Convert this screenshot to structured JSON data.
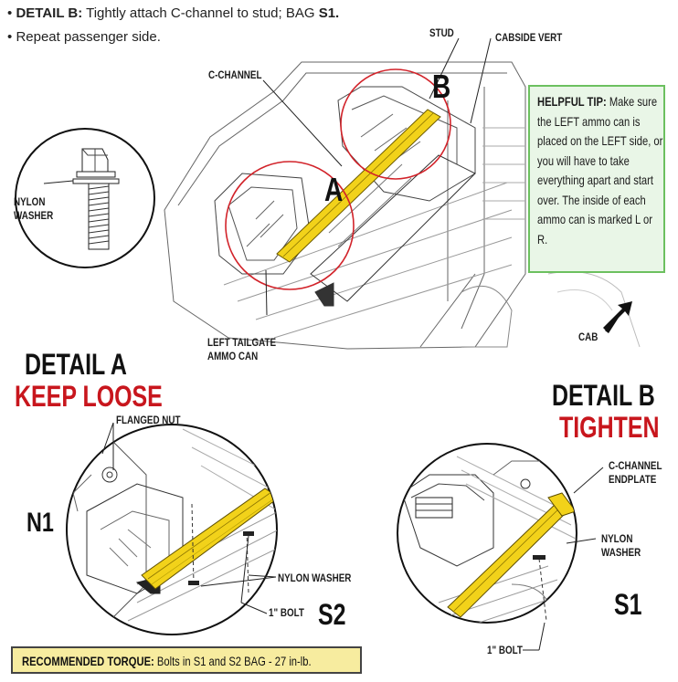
{
  "instructions": [
    {
      "bullet": "•",
      "bold": "DETAIL B:",
      "text": " Tightly attach C-channel to stud; BAG ",
      "bold2": "S1."
    },
    {
      "bullet": "•",
      "text": "Repeat passenger side."
    }
  ],
  "labels": {
    "stud": "STUD",
    "cabside_vert": "CABSIDE VERT",
    "c_channel": "C-CHANNEL",
    "marker_a": "A",
    "marker_b": "B",
    "nylon_washer_inset_1": "NYLON",
    "nylon_washer_inset_2": "WASHER",
    "left_tailgate_1": "LEFT TAILGATE",
    "left_tailgate_2": "AMMO CAN",
    "cab": "CAB",
    "flanged_nut": "FLANGED NUT",
    "n1": "N1",
    "nylon_washer_a": "NYLON WASHER",
    "bolt_a": "1\" BOLT",
    "s2": "S2",
    "c_channel_endplate_1": "C-CHANNEL",
    "c_channel_endplate_2": "ENDPLATE",
    "nylon_washer_b_1": "NYLON",
    "nylon_washer_b_2": "WASHER",
    "s1": "S1",
    "bolt_b": "1\" BOLT"
  },
  "detail_a": {
    "title": "DETAIL A",
    "subtitle": "KEEP LOOSE"
  },
  "detail_b": {
    "title": "DETAIL B",
    "subtitle": "TIGHTEN"
  },
  "tip": {
    "bold": "HELPFUL TIP:",
    "text": " Make sure the LEFT ammo can is placed on the LEFT side, or you will have to take everything apart and start over. The inside of each ammo can is marked L or R."
  },
  "torque": {
    "bold": "RECOMMENDED TORQUE:",
    "text": " Bolts in S1 and S2 BAG - 27 in-lb."
  },
  "colors": {
    "accent_red": "#c8161d",
    "channel_yellow": "#f2d21a",
    "tip_fill": "#e9f6e7",
    "tip_border": "#6cc05f",
    "torque_fill": "#f7ec9f"
  }
}
